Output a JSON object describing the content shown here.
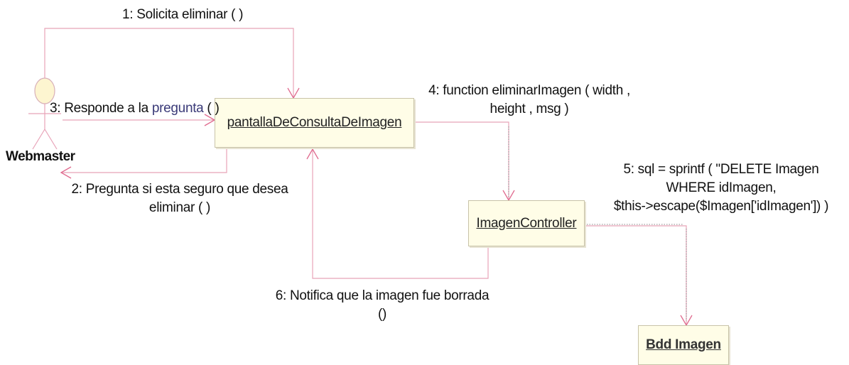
{
  "actor": {
    "name": "Webmaster"
  },
  "objects": {
    "pantalla": "pantallaDeConsultaDeImagen",
    "controller": "ImagenController",
    "bdd": "Bdd Imagen"
  },
  "messages": {
    "m1": "1: Solicita eliminar ( )",
    "m2_line1": "2: Pregunta si esta seguro que desea",
    "m2_line2": "eliminar ( )",
    "m3_prefix": "3: Responde a la ",
    "m3_word": "pregunta",
    "m3_suffix": " ( )",
    "m4_line1": "4: function eliminarImagen ( width ,",
    "m4_line2": "height , msg )",
    "m5_line1": "5: sql = sprintf ( \"DELETE Imagen",
    "m5_line2": "WHERE idImagen,",
    "m5_line3": "$this->escape($Imagen['idImagen']) )",
    "m6_line1": "6: Notifica que la imagen fue borrada",
    "m6_line2": "()"
  },
  "colors": {
    "link_line": "#e8a3b8",
    "arrowhead": "#e06a8e",
    "object_fill": "#fffde7",
    "pregunta_word": "#3a3a78"
  }
}
